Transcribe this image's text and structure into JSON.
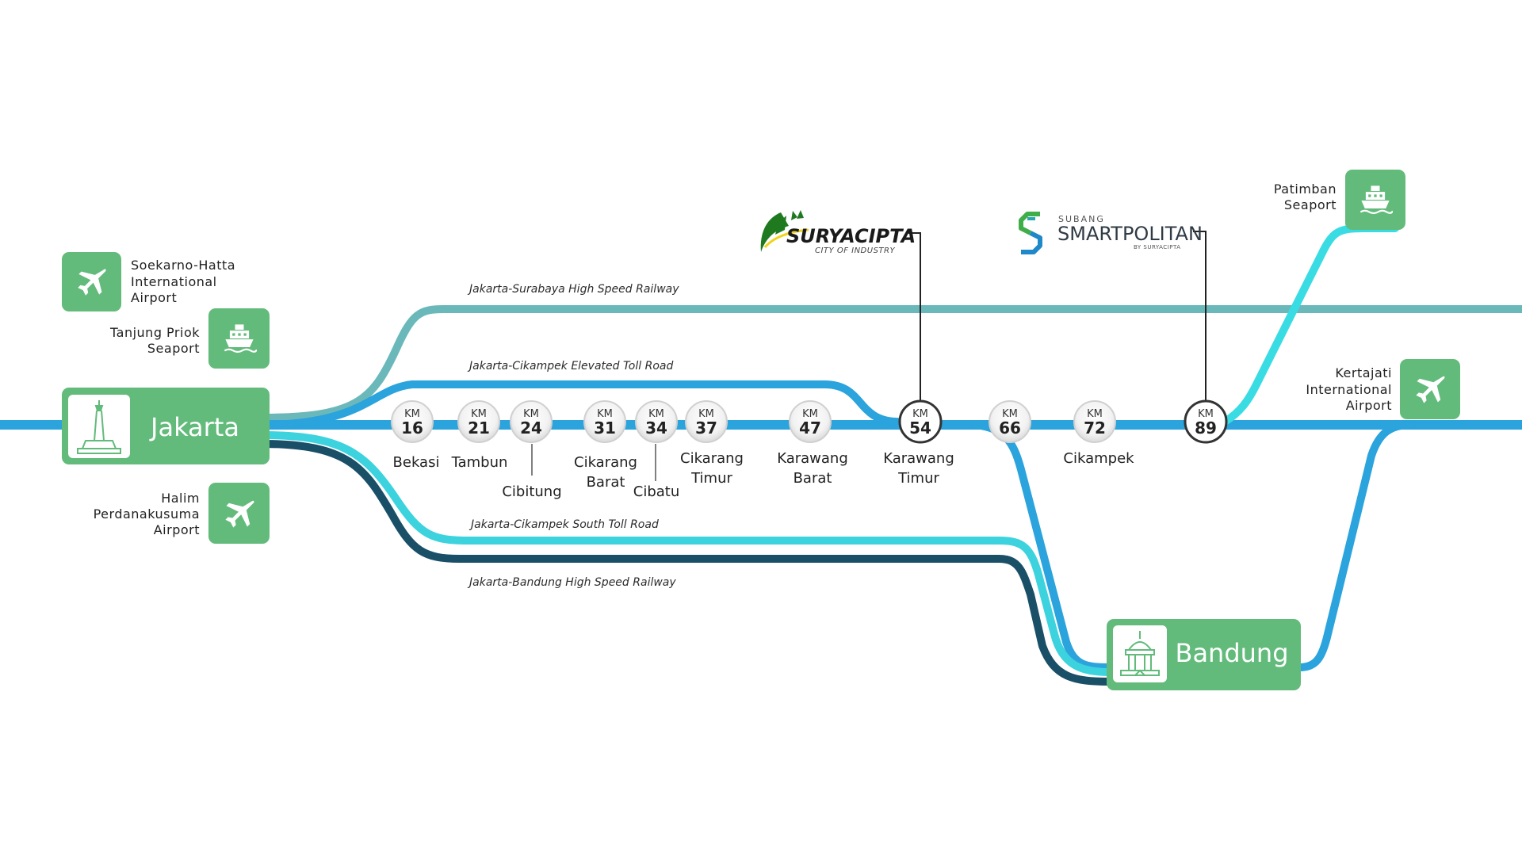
{
  "routes": {
    "hsr_surabaya": "Jakarta-Surabaya High Speed Railway",
    "elevated_toll": "Jakarta-Cikampek Elevated Toll Road",
    "south_toll": "Jakarta-Cikampek South Toll Road",
    "hsr_bandung": "Jakarta-Bandung High Speed Railway"
  },
  "hubs": {
    "jakarta": "Jakarta",
    "bandung": "Bandung"
  },
  "km_prefix": "KM",
  "stations": [
    {
      "km": "16",
      "name": "Bekasi"
    },
    {
      "km": "21",
      "name": "Tambun"
    },
    {
      "km": "24",
      "name": "Cibitung"
    },
    {
      "km": "31",
      "name": "Cikarang Barat"
    },
    {
      "km": "34",
      "name": "Cibatu"
    },
    {
      "km": "37",
      "name": "Cikarang Timur"
    },
    {
      "km": "47",
      "name": "Karawang Barat"
    },
    {
      "km": "54",
      "name": "Karawang Timur"
    },
    {
      "km": "66",
      "name": ""
    },
    {
      "km": "72",
      "name": "Cikampek"
    },
    {
      "km": "89",
      "name": ""
    }
  ],
  "station_names": {
    "bekasi": "Bekasi",
    "tambun": "Tambun",
    "cibitung": "Cibitung",
    "cikarang_barat_1": "Cikarang",
    "cikarang_barat_2": "Barat",
    "cibatu": "Cibatu",
    "cikarang_timur_1": "Cikarang",
    "cikarang_timur_2": "Timur",
    "karawang_barat_1": "Karawang",
    "karawang_barat_2": "Barat",
    "karawang_timur_1": "Karawang",
    "karawang_timur_2": "Timur",
    "cikampek": "Cikampek"
  },
  "pois": {
    "soekarno_hatta": [
      "Soekarno-Hatta",
      "International",
      "Airport"
    ],
    "tanjung_priok": [
      "Tanjung Priok",
      "Seaport"
    ],
    "halim": [
      "Halim",
      "Perdanakusuma",
      "Airport"
    ],
    "patimban": [
      "Patimban",
      "Seaport"
    ],
    "kertajati": [
      "Kertajati",
      "International",
      "Airport"
    ]
  },
  "logos": {
    "suryacipta": {
      "name": "SURYACIPTA",
      "tagline": "CITY OF INDUSTRY"
    },
    "smartpolitan": {
      "top": "SUBANG",
      "name": "SMARTPOLITAN",
      "by": "BY SURYACIPTA"
    }
  },
  "colors": {
    "toll_main": "#2ba3dc",
    "hsr_surabaya": "#6bb8bb",
    "south_toll": "#3cd3de",
    "hsr_bandung": "#1a4f68",
    "hub_green": "#62bb7b",
    "patimban_line": "#3adce3"
  },
  "icons": {
    "airport": "airplane-icon",
    "seaport": "ship-icon",
    "jakarta": "monas-monument-icon",
    "bandung": "gedung-sate-icon"
  }
}
